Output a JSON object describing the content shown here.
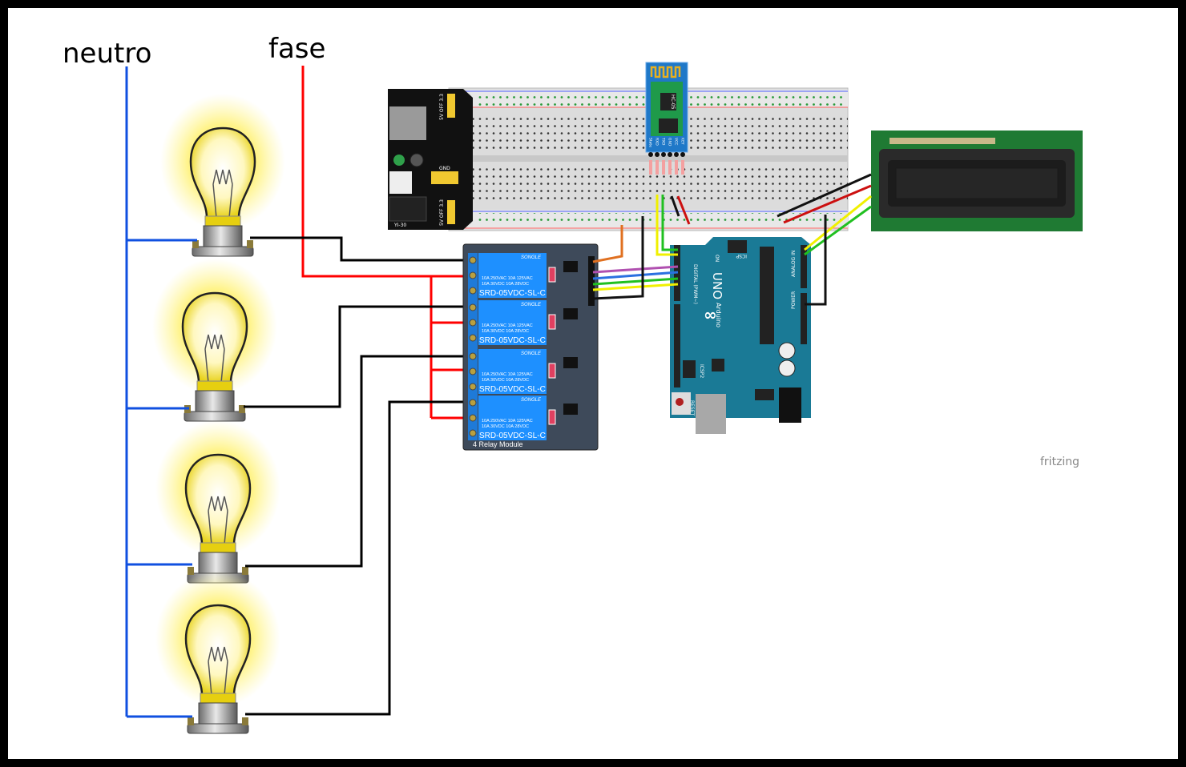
{
  "labels": {
    "neutral": "neutro",
    "phase": "fase",
    "watermark": "fritzing"
  },
  "relay_module": {
    "title": "4 Relay Module",
    "relays": [
      {
        "brand": "SONGLE",
        "rating_ac": "10A 250VAC  10A 125VAC",
        "rating_dc": "10A  30VDC  10A  28VDC",
        "model": "SRD-05VDC-SL-C"
      },
      {
        "brand": "SONGLE",
        "rating_ac": "10A 250VAC  10A 125VAC",
        "rating_dc": "10A  30VDC  10A  28VDC",
        "model": "SRD-05VDC-SL-C"
      },
      {
        "brand": "SONGLE",
        "rating_ac": "10A 250VAC  10A 125VAC",
        "rating_dc": "10A  30VDC  10A  28VDC",
        "model": "SRD-05VDC-SL-C"
      },
      {
        "brand": "SONGLE",
        "rating_ac": "10A 250VAC  10A 125VAC",
        "rating_dc": "10A  30VDC  10A  28VDC",
        "model": "SRD-05VDC-SL-C"
      }
    ]
  },
  "arduino": {
    "model": "UNO",
    "brand": "Arduino",
    "reset": "RESET",
    "icsp": "ICSP",
    "icsp2": "ICSP2",
    "digital": "DIGITAL (PWM~)",
    "analog": "ANALOG IN",
    "power": "POWER",
    "on": "ON"
  },
  "bluetooth": {
    "model": "HC-05",
    "pins": [
      "State",
      "RXD",
      "TXD",
      "GND",
      "VCC",
      "KEY"
    ]
  },
  "power_module": {
    "label_top": "5V OFF 3.3",
    "label_bottom": "5V OFF 3.3",
    "gnd": "GND",
    "model": "YI-30"
  },
  "colors": {
    "neutral_wire": "#1050e0",
    "phase_wire": "#ff0000",
    "lamp_wire": "#000000",
    "relay_board": "#3e4a5a",
    "relay_blue": "#1e90ff",
    "arduino_board": "#1a7a96",
    "lcd_pcb": "#1f7a33",
    "bluetooth_board": "#1f78c8"
  }
}
